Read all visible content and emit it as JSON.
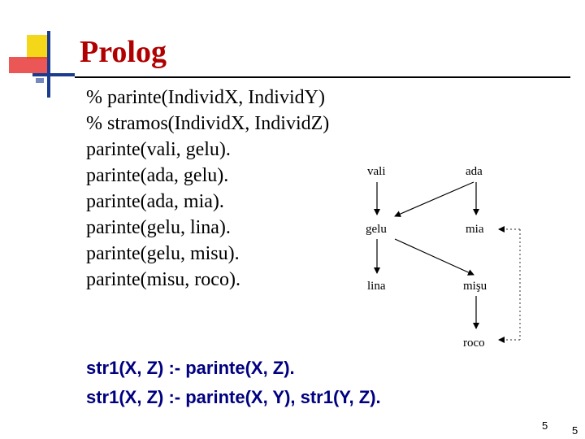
{
  "slide": {
    "title": "Prolog",
    "code_lines": [
      "% parinte(IndividX, IndividY)",
      "% stramos(IndividX, IndividZ)",
      "parinte(vali, gelu).",
      "parinte(ada, gelu).",
      "parinte(ada, mia).",
      "parinte(gelu, lina).",
      "parinte(gelu, misu).",
      "parinte(misu, roco)."
    ],
    "rules": [
      "str1(X, Z) :- parinte(X, Z).",
      "str1(X, Z) :- parinte(X, Y), str1(Y, Z)."
    ],
    "page_number": "5",
    "page_number_secondary": "5"
  },
  "diagram": {
    "nodes": {
      "vali": "vali",
      "ada": "ada",
      "gelu": "gelu",
      "mia": "mia",
      "lina": "lina",
      "misu": "mişu",
      "roco": "roco"
    }
  },
  "colors": {
    "title": "#b00000",
    "rules": "#000080",
    "deco_yellow": "#f5d71a",
    "deco_red": "#e83a3a",
    "deco_blue": "#1b3b8f"
  }
}
